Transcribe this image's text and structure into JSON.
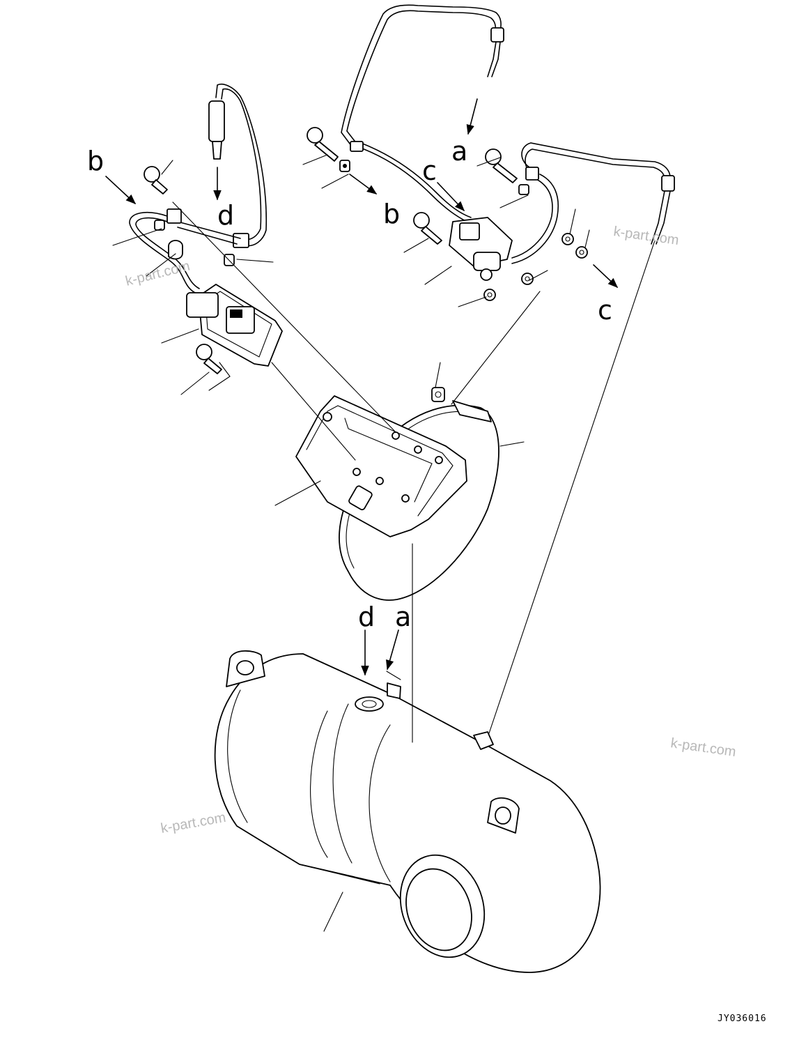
{
  "callouts": {
    "a_top": "a",
    "b_left": "b",
    "b_right": "b",
    "c_top": "c",
    "c_right": "c",
    "d_top": "d",
    "d_bottom": "d",
    "a_bottom": "a"
  },
  "watermarks": [
    "k-part.com",
    "k-part.com",
    "k-part.com",
    "k-part.com"
  ],
  "drawing_code": "JY036016"
}
